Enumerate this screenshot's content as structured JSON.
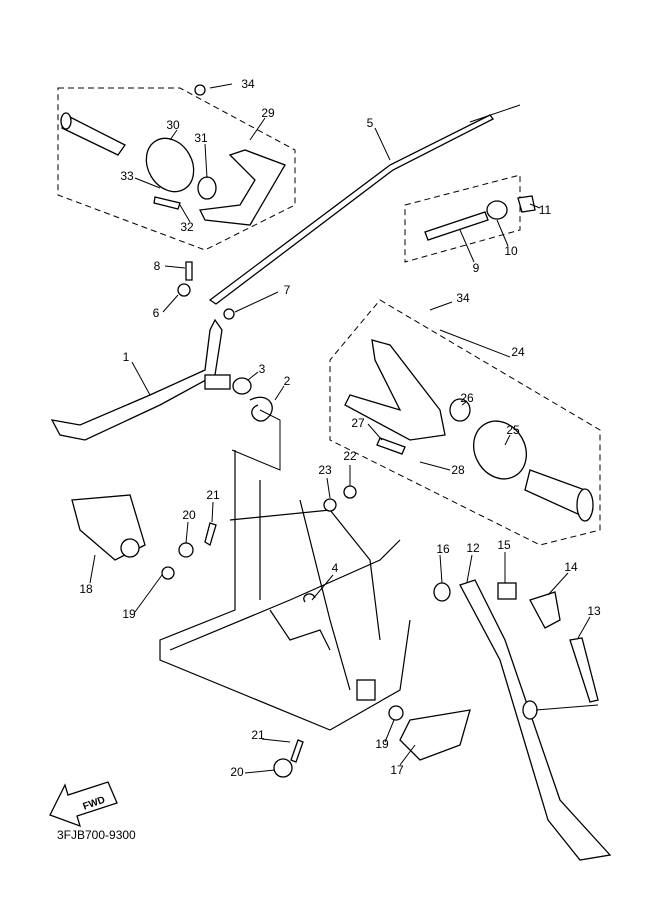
{
  "diagram": {
    "callouts": [
      "34",
      "29",
      "30",
      "31",
      "5",
      "33",
      "32",
      "11",
      "10",
      "9",
      "8",
      "6",
      "7",
      "34",
      "24",
      "1",
      "3",
      "2",
      "26",
      "25",
      "27",
      "28",
      "23",
      "22",
      "21",
      "20",
      "18",
      "19",
      "16",
      "12",
      "15",
      "14",
      "13",
      "4",
      "21",
      "19",
      "20",
      "17"
    ],
    "fwd_logo_text": "FWD",
    "part_code": "3FJB700-9300"
  }
}
